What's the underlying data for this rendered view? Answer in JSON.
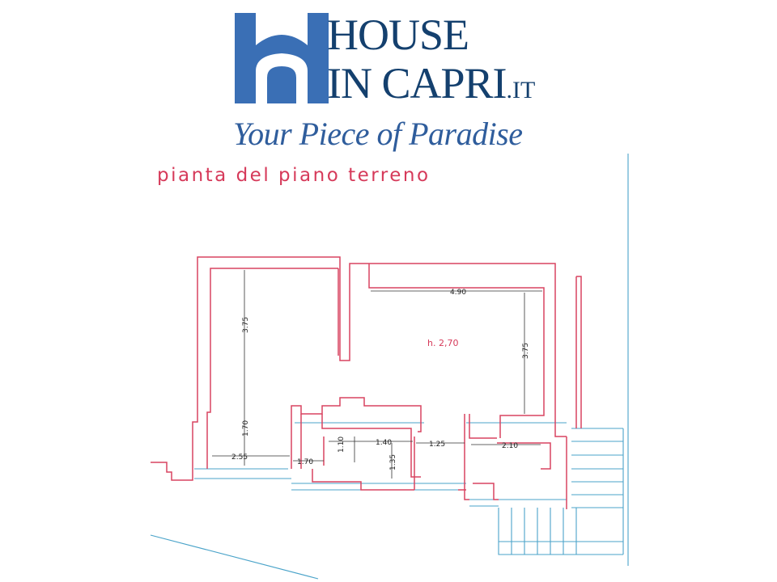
{
  "logo": {
    "line1": "HOUSE",
    "line2": "IN CAPRI",
    "tld": ".IT",
    "tagline": "Your Piece of Paradise",
    "mark_icon": "house-arch-logo-icon",
    "brand_color": "#14406e",
    "mark_color": "#3a6fb5"
  },
  "plan": {
    "title": "pianta del piano terreno",
    "height_label": "h. 2,70",
    "wall_color": "#d94460",
    "outline_color": "#4aa3c9",
    "dimensions": {
      "left_room_height": "3.75",
      "left_room_lower": "1.70",
      "left_room_width": "2.55",
      "right_room_width": "4.90",
      "right_room_height": "3.75",
      "small_room_height": "1.10",
      "small_room_width": "1.70",
      "corridor_width": "1.40",
      "corridor_depth": "1.35",
      "room_a_width": "1.25",
      "room_b_width": "2.10"
    }
  }
}
